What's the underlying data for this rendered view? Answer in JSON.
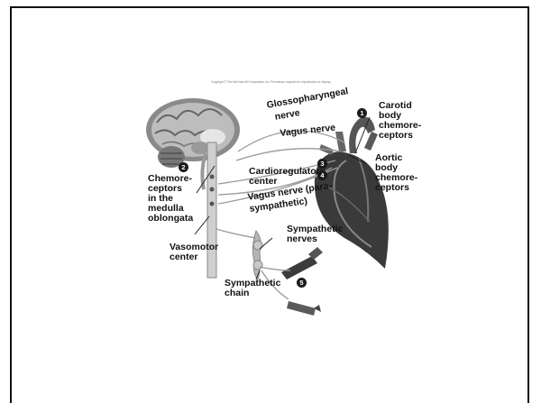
{
  "figure": {
    "copyright": "Copyright © The McGraw-Hill Companies, Inc. Permission required for reproduction or display.",
    "labels": {
      "glossopharyngeal": "Glossopharyngeal",
      "glossopharyngeal_nerve": "nerve",
      "vagus_nerve": "Vagus nerve",
      "carotid_1": "Carotid",
      "carotid_2": "body",
      "carotid_3": "chemore-",
      "carotid_4": "ceptors",
      "aortic_1": "Aortic",
      "aortic_2": "body",
      "aortic_3": "chemore-",
      "aortic_4": "ceptors",
      "cardioregulatory_1": "Cardioregulatory",
      "cardioregulatory_2": "center",
      "vagus_para_1": "Vagus nerve (para-",
      "vagus_para_2": "sympathetic)",
      "chemo_1": "Chemore-",
      "chemo_2": "ceptors",
      "chemo_3": "in the",
      "chemo_4": "medulla",
      "chemo_5": "oblongata",
      "vasomotor_1": "Vasomotor",
      "vasomotor_2": "center",
      "sympathetic_nerves_1": "Sympathetic",
      "sympathetic_nerves_2": "nerves",
      "sympathetic_chain_1": "Sympathetic",
      "sympathetic_chain_2": "chain"
    },
    "badges": [
      "1",
      "2",
      "3",
      "4",
      "5"
    ]
  }
}
